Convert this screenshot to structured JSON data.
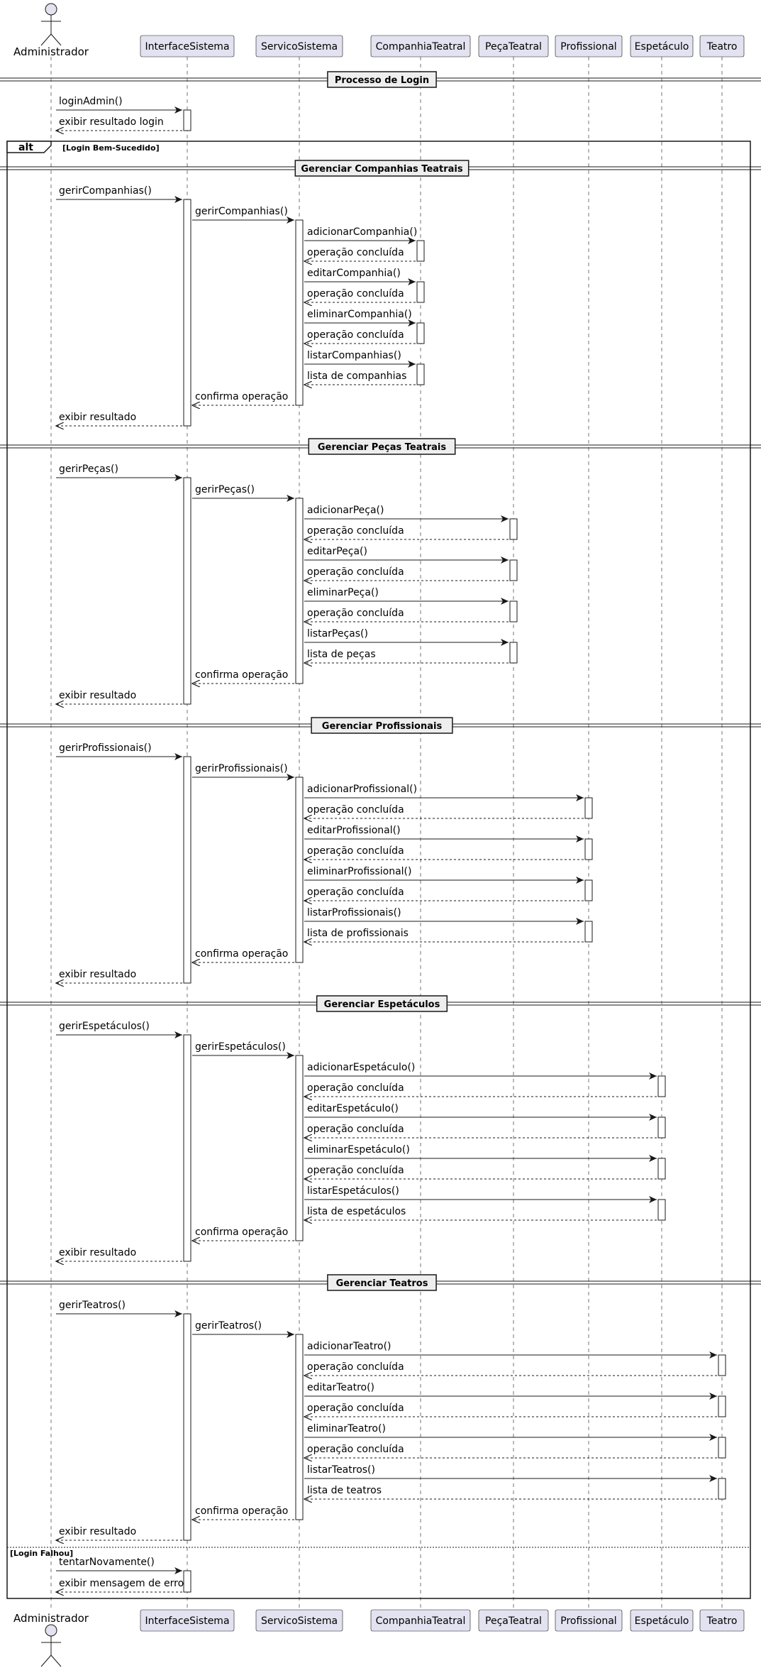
{
  "participants": [
    {
      "id": "admin",
      "label": "Administrador",
      "kind": "actor"
    },
    {
      "id": "ui",
      "label": "InterfaceSistema",
      "kind": "box"
    },
    {
      "id": "svc",
      "label": "ServicoSistema",
      "kind": "box"
    },
    {
      "id": "cia",
      "label": "CompanhiaTeatral",
      "kind": "box"
    },
    {
      "id": "peca",
      "label": "PeçaTeatral",
      "kind": "box"
    },
    {
      "id": "prof",
      "label": "Profissional",
      "kind": "box"
    },
    {
      "id": "esp",
      "label": "Espetáculo",
      "kind": "box"
    },
    {
      "id": "teatro",
      "label": "Teatro",
      "kind": "box"
    }
  ],
  "login": {
    "divider": "Processo de Login",
    "request": "loginAdmin()",
    "response": "exibir resultado login"
  },
  "alt": {
    "keyword": "alt",
    "guard_success": "[Login Bem-Sucedido]",
    "guard_fail": "[Login Falhou]"
  },
  "sections": [
    {
      "divider": "Gerenciar Companhias Teatrais",
      "entry": "gerirCompanhias()",
      "svc_call": "gerirCompanhias()",
      "target": "cia",
      "ops": [
        {
          "call": "adicionarCompanhia()",
          "ret": "operação concluída"
        },
        {
          "call": "editarCompanhia()",
          "ret": "operação concluída"
        },
        {
          "call": "eliminarCompanhia()",
          "ret": "operação concluída"
        },
        {
          "call": "listarCompanhias()",
          "ret": "lista de companhias"
        }
      ],
      "confirm": "confirma operação",
      "result": "exibir resultado"
    },
    {
      "divider": "Gerenciar Peças Teatrais",
      "entry": "gerirPeças()",
      "svc_call": "gerirPeças()",
      "target": "peca",
      "ops": [
        {
          "call": "adicionarPeça()",
          "ret": "operação concluída"
        },
        {
          "call": "editarPeça()",
          "ret": "operação concluída"
        },
        {
          "call": "eliminarPeça()",
          "ret": "operação concluída"
        },
        {
          "call": "listarPeças()",
          "ret": "lista de peças"
        }
      ],
      "confirm": "confirma operação",
      "result": "exibir resultado"
    },
    {
      "divider": "Gerenciar Profissionais",
      "entry": "gerirProfissionais()",
      "svc_call": "gerirProfissionais()",
      "target": "prof",
      "ops": [
        {
          "call": "adicionarProfissional()",
          "ret": "operação concluída"
        },
        {
          "call": "editarProfissional()",
          "ret": "operação concluída"
        },
        {
          "call": "eliminarProfissional()",
          "ret": "operação concluída"
        },
        {
          "call": "listarProfissionais()",
          "ret": "lista de profissionais"
        }
      ],
      "confirm": "confirma operação",
      "result": "exibir resultado"
    },
    {
      "divider": "Gerenciar Espetáculos",
      "entry": "gerirEspetáculos()",
      "svc_call": "gerirEspetáculos()",
      "target": "esp",
      "ops": [
        {
          "call": "adicionarEspetáculo()",
          "ret": "operação concluída"
        },
        {
          "call": "editarEspetáculo()",
          "ret": "operação concluída"
        },
        {
          "call": "eliminarEspetáculo()",
          "ret": "operação concluída"
        },
        {
          "call": "listarEspetáculos()",
          "ret": "lista de espetáculos"
        }
      ],
      "confirm": "confirma operação",
      "result": "exibir resultado"
    },
    {
      "divider": "Gerenciar Teatros",
      "entry": "gerirTeatros()",
      "svc_call": "gerirTeatros()",
      "target": "teatro",
      "ops": [
        {
          "call": "adicionarTeatro()",
          "ret": "operação concluída"
        },
        {
          "call": "editarTeatro()",
          "ret": "operação concluída"
        },
        {
          "call": "eliminarTeatro()",
          "ret": "operação concluída"
        },
        {
          "call": "listarTeatros()",
          "ret": "lista de teatros"
        }
      ],
      "confirm": "confirma operação",
      "result": "exibir resultado"
    }
  ],
  "failure": {
    "retry": "tentarNovamente()",
    "error": "exibir mensagem de erro"
  },
  "colors": {
    "participant_fill": "#e2e2f0",
    "participant_stroke": "#181818",
    "lifeline": "#181818",
    "activation_fill": "#ffffff",
    "divider_fill": "#eeeeee"
  }
}
